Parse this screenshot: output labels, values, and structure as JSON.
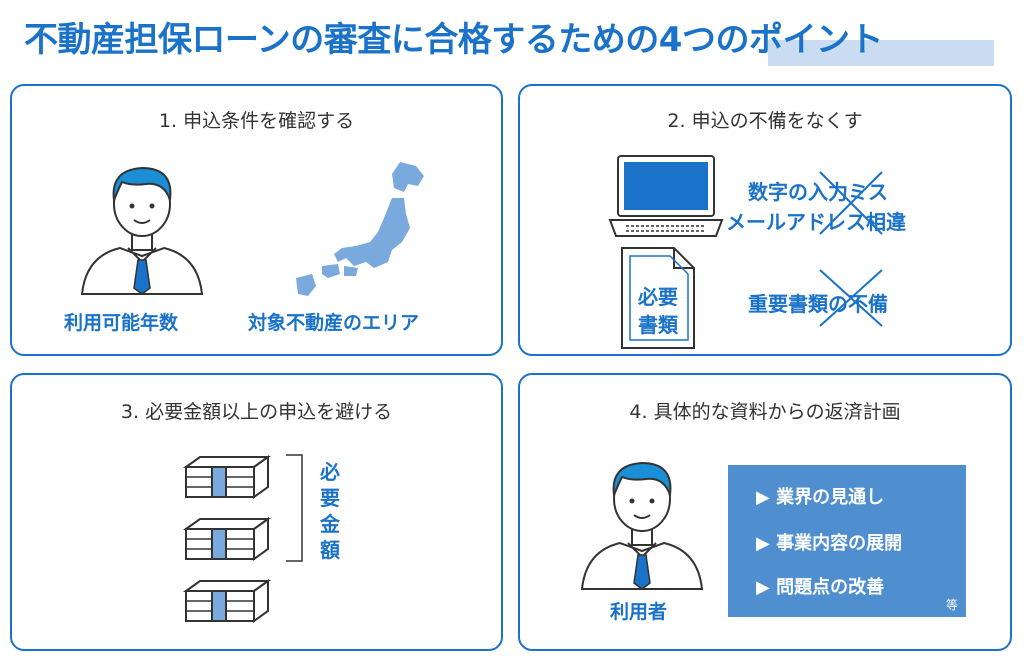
{
  "title": "不動産担保ローンの審査に合格するための4つのポイント",
  "panels": [
    {
      "title": "1. 申込条件を確認する",
      "labels": [
        "利用可能年数",
        "対象不動産のエリア"
      ]
    },
    {
      "title": "2. 申込の不備をなくす",
      "lines": [
        "数字の入力ミス",
        "メールアドレス相違",
        "重要書類の不備"
      ],
      "doc_label_1": "必要",
      "doc_label_2": "書類"
    },
    {
      "title": "3. 必要金額以上の申込を避ける",
      "vertical_label": "必要金額"
    },
    {
      "title": "4. 具体的な資料からの返済計画",
      "person_label": "利用者",
      "bullets": [
        "▶ 業界の見通し",
        "▶ 事業内容の展開",
        "▶ 問題点の改善"
      ],
      "etc": "等"
    }
  ],
  "colors": {
    "accent": "#1a72c9",
    "light": "#c9dcf2",
    "box": "#4f8fd0",
    "map": "#7aa9dd"
  },
  "icons": [
    "person-icon",
    "japan-map-icon",
    "laptop-icon",
    "document-icon",
    "cross-out-icon",
    "money-bundle-icon",
    "bracket-icon"
  ]
}
